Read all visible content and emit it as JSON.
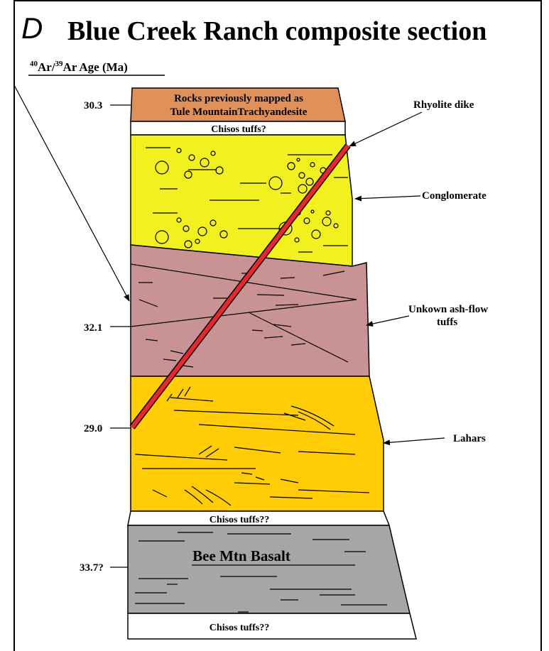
{
  "panel_letter": "D",
  "title": "Blue Creek Ranch composite section",
  "age_header": {
    "p1": "40",
    "p2": "Ar/",
    "p3": "39",
    "p4": "Ar Age (Ma)"
  },
  "units": [
    {
      "id": "tule",
      "lines": [
        "Rocks previously mapped as",
        "Tule MountainTrachyandesite"
      ],
      "color": "#E0915A"
    },
    {
      "id": "chisos-upper",
      "label": "Chisos tuffs?",
      "color": "#FFFFFF"
    },
    {
      "id": "conglomerate",
      "color": "#F2F01E"
    },
    {
      "id": "ash-flow",
      "color": "#C99393"
    },
    {
      "id": "lahars",
      "color": "#FFCC05"
    },
    {
      "id": "chisos-middle",
      "label": "Chisos tuffs??",
      "color": "#FFFFFF"
    },
    {
      "id": "basalt",
      "label": "Bee Mtn Basalt",
      "color": "#A6A6A8"
    },
    {
      "id": "chisos-lower",
      "label": "Chisos tuffs??",
      "color": "#FFFFFF"
    }
  ],
  "ages": [
    "30.3",
    "32.1",
    "29.0",
    "33.7?"
  ],
  "annotations": [
    "Rhyolite dike",
    "Conglomerate",
    "Unkown ash-flow",
    "tuffs",
    "Lahars"
  ],
  "dike_color": "#E8262B"
}
